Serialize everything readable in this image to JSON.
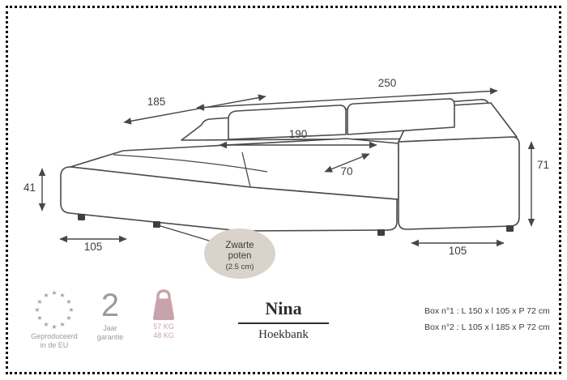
{
  "diagram": {
    "dimensions": {
      "back_width": "250",
      "chaise_length": "185",
      "inner_width": "190",
      "seat_depth": "70",
      "arm_height": "71",
      "chaise_height": "41",
      "chaise_width": "105",
      "right_width": "105"
    },
    "callout": {
      "line1": "Zwarte",
      "line2": "poten",
      "line3": "(2.5 cm)"
    }
  },
  "footer": {
    "eu_badge": {
      "line1": "Geproduceerd",
      "line2": "in de EU"
    },
    "warranty_badge": {
      "number": "2",
      "line1": "Jaar",
      "line2": "garantie"
    },
    "weight_badge": {
      "line1": "57 KG",
      "line2": "48 KG"
    },
    "product": {
      "name": "Nina",
      "category": "Hoekbank"
    },
    "boxes": {
      "box1": "Box n°1 : L 150 x l 105 x P 72 cm",
      "box2": "Box n°2 : L 105 x l 185 x P 72 cm"
    }
  },
  "icons": {
    "eu_star": "★"
  },
  "colors": {
    "line": "#4a4a4a",
    "callout_fill": "#d9d3cc",
    "muted_gray": "#9b9b9b",
    "accent_pink": "#c9a3ab",
    "text": "#3a3a3a"
  }
}
